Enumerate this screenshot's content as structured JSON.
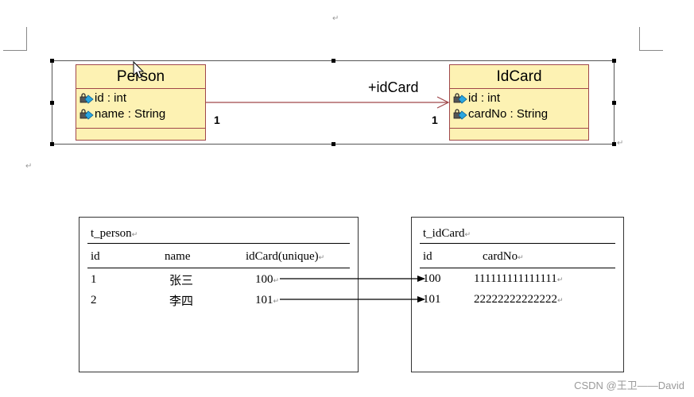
{
  "uml": {
    "person": {
      "name": "Person",
      "attributes": [
        "id : int",
        "name : String"
      ]
    },
    "idcard": {
      "name": "IdCard",
      "attributes": [
        "id : int",
        "cardNo : String"
      ]
    },
    "association": {
      "role_label": "+idCard",
      "source_multiplicity": "1",
      "target_multiplicity": "1"
    }
  },
  "t_person": {
    "title": "t_person",
    "headers": [
      "id",
      "name",
      "idCard(unique)"
    ],
    "rows": [
      [
        "1",
        "张三",
        "100"
      ],
      [
        "2",
        "李四",
        "101"
      ]
    ]
  },
  "t_idcard": {
    "title": "t_idCard",
    "headers": [
      "id",
      "cardNo"
    ],
    "rows": [
      [
        "100",
        "111111111111111"
      ],
      [
        "101",
        "22222222222222"
      ]
    ]
  },
  "watermark": "CSDN @王卫——David",
  "paragraph_mark": "↵",
  "colors": {
    "class_fill": "#fdf2b3",
    "class_border": "#a0474a",
    "association_line": "#a0474a"
  }
}
